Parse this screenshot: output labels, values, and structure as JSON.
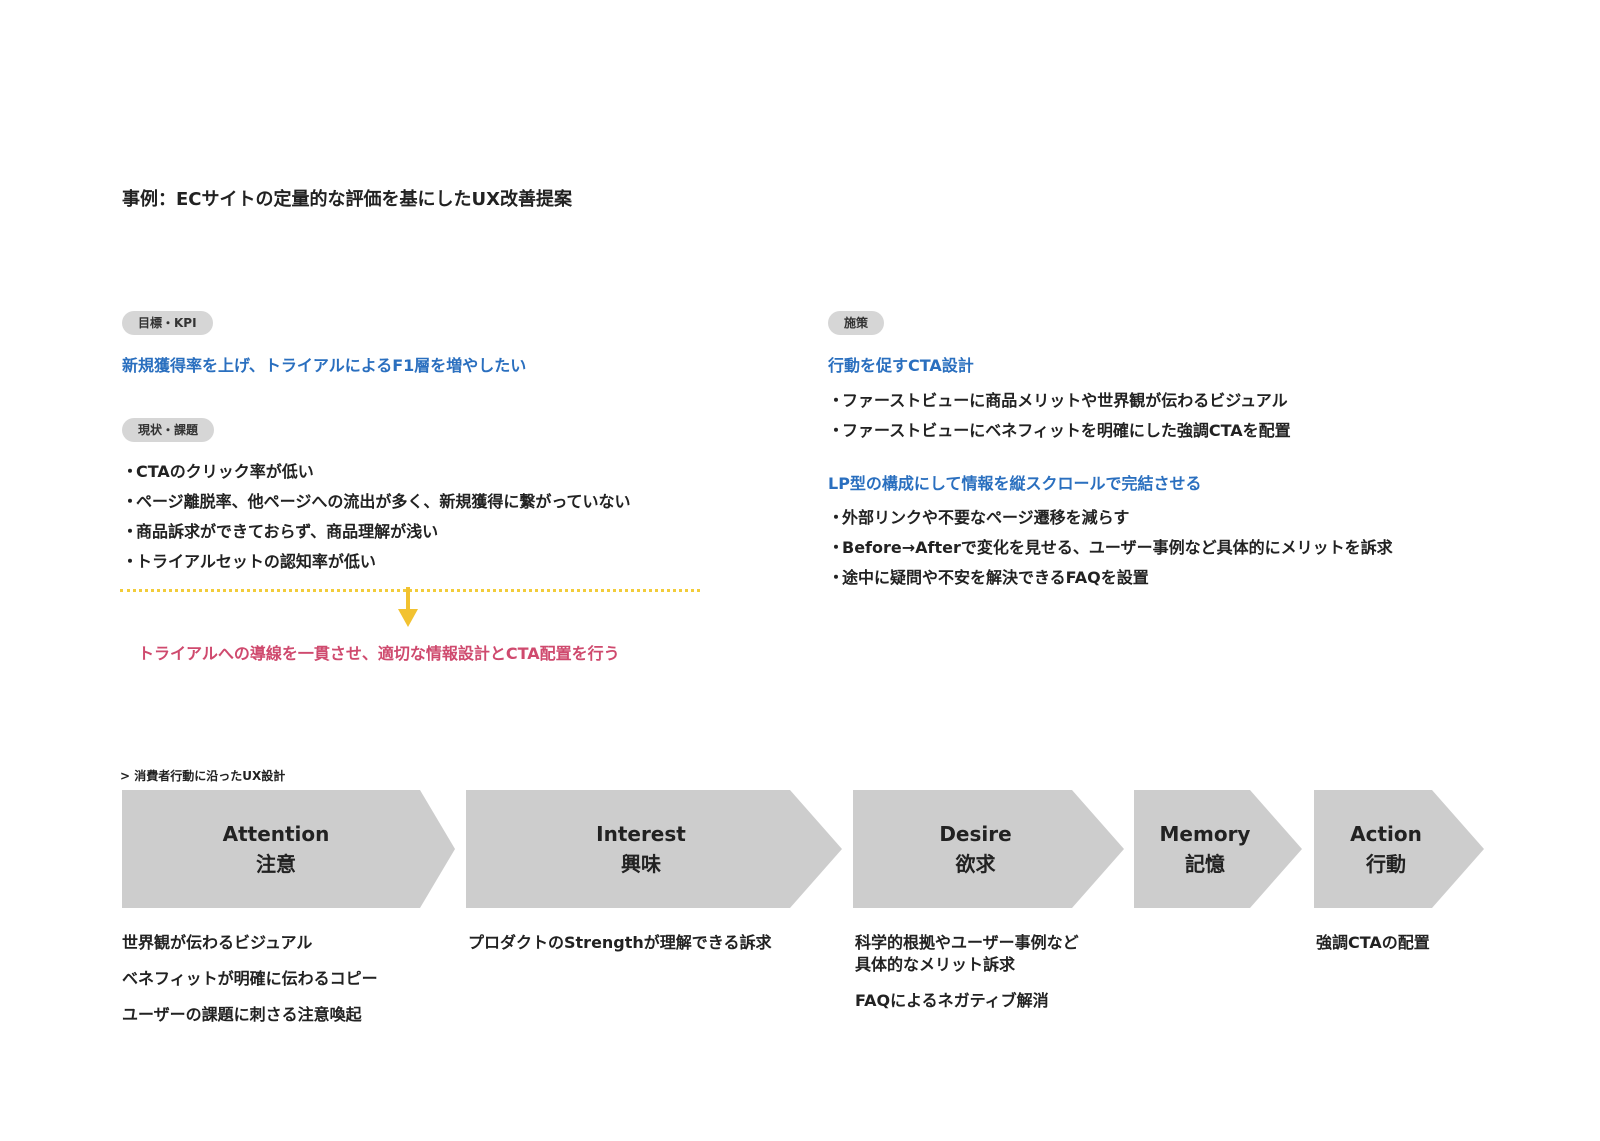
{
  "title": "事例：ECサイトの定量的な評価を基にしたUX改善提案",
  "goal": {
    "label": "目標・KPI",
    "text": "新規獲得率を上げ、トライアルによるF1層を増やしたい"
  },
  "current": {
    "label": "現状・課題",
    "items": [
      "CTAのクリック率が低い",
      "ページ離脱率、他ページへの流出が多く、新規獲得に繋がっていない",
      "商品訴求ができておらず、商品理解が浅い",
      "トライアルセットの認知率が低い"
    ]
  },
  "conclusion": "トライアルへの導線を一貫させ、適切な情報設計とCTA配置を行う",
  "measures": {
    "label": "施策",
    "groups": [
      {
        "heading": "行動を促すCTA設計",
        "items": [
          "ファーストビューに商品メリットや世界観が伝わるビジュアル",
          "ファーストビューにベネフィットを明確にした強調CTAを配置"
        ]
      },
      {
        "heading": "LP型の構成にして情報を縦スクロールで完結させる",
        "items": [
          "外部リンクや不要なページ遷移を減らす",
          "Before→Afterで変化を見せる、ユーザー事例など具体的にメリットを訴求",
          "途中に疑問や不安を解決できるFAQを設置"
        ]
      }
    ]
  },
  "ux": {
    "label": "> 消費者行動に沿ったUX設計",
    "stages": [
      {
        "en": "Attention",
        "jp": "注意",
        "items": [
          "世界観が伝わるビジュアル",
          "ベネフィットが明確に伝わるコピー",
          "ユーザーの課題に刺さる注意喚起"
        ]
      },
      {
        "en": "Interest",
        "jp": "興味",
        "items": [
          "プロダクトのStrengthが理解できる訴求"
        ]
      },
      {
        "en": "Desire",
        "jp": "欲求",
        "items": [
          "科学的根拠やユーザー事例など\n具体的なメリット訴求",
          "FAQによるネガティブ解消"
        ]
      },
      {
        "en": "Memory",
        "jp": "記憶",
        "items": []
      },
      {
        "en": "Action",
        "jp": "行動",
        "items": [
          "強調CTAの配置"
        ]
      }
    ]
  },
  "colors": {
    "blue": "#2a6fbf",
    "pink": "#cf4a6e",
    "yellow": "#f2c230",
    "pill": "#d6d6d6",
    "chevron": "#cdcdcd"
  }
}
